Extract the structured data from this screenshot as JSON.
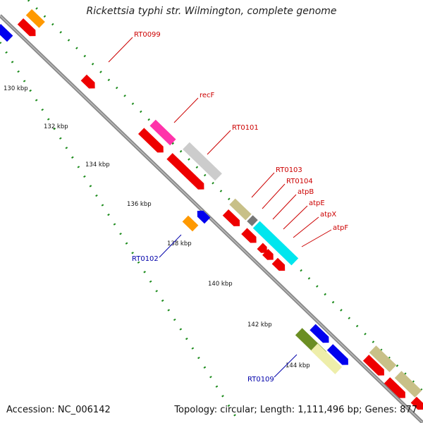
{
  "title": "Rickettsia typhi str. Wilmington, complete genome",
  "footer": {
    "accession": "Accession: NC_006142",
    "summary": "Topology: circular; Length: 1,111,496 bp; Genes: 877"
  },
  "ruler_ticks": [
    "130 kbp",
    "132 kbp",
    "134 kbp",
    "136 kbp",
    "138 kbp",
    "140 kbp",
    "142 kbp",
    "144 kbp"
  ],
  "gene_labels": {
    "RT0099": "RT0099",
    "recF": "recF",
    "RT0101": "RT0101",
    "RT0103": "RT0103",
    "RT0104": "RT0104",
    "atpB": "atpB",
    "atpE": "atpE",
    "atpX": "atpX",
    "atpF": "atpF",
    "RT0102": "RT0102",
    "RT0109": "RT0109"
  },
  "colors": {
    "forward_label": "#cc0000",
    "reverse_label": "#0000aa",
    "backbone": "#888888",
    "tick_dots": "#1a8a1a",
    "cds_red": "#ee0000",
    "blue": "#0000ee",
    "orange": "#ff9900",
    "magenta": "#ff33aa",
    "light_gray": "#cccccc",
    "khaki": "#c8c088",
    "dark_gray": "#777777",
    "cyan": "#00e6ee",
    "olive": "#6b8e23",
    "pale_yellow": "#eeeeaa"
  }
}
